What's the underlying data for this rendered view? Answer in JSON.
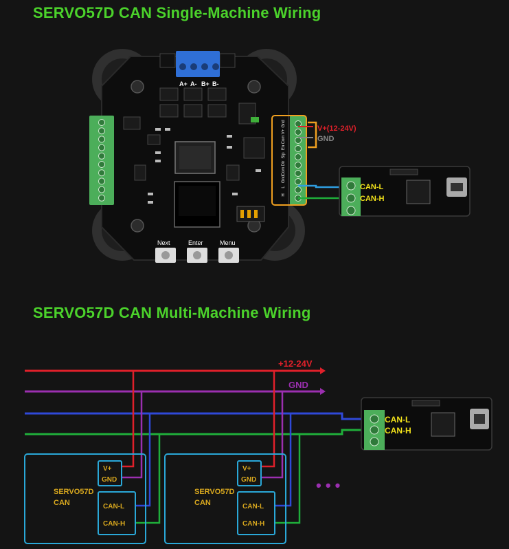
{
  "titles": {
    "single": "SERVO57D CAN Single-Machine Wiring",
    "multi": "SERVO57D CAN Multi-Machine Wiring"
  },
  "board": {
    "motor_terminal_labels": [
      "A+",
      "A-",
      "B+",
      "B-"
    ],
    "buttons": [
      "Next",
      "Enter",
      "Menu"
    ],
    "side_pin_labels": [
      "Gnd",
      "V+",
      "Com",
      "En",
      "Stp",
      "Dir",
      "Com",
      "Gnd",
      "L",
      "H"
    ]
  },
  "single_wiring": {
    "vplus_label": "V+(12-24V)",
    "gnd_label": "GND",
    "can_l_label": "CAN-L",
    "can_h_label": "CAN-H"
  },
  "multi_wiring": {
    "bus_vplus_label": "+12-24V",
    "bus_gnd_label": "GND",
    "can_l_label": "CAN-L",
    "can_h_label": "CAN-H",
    "ellipsis": "• • •",
    "units": [
      {
        "name_line1": "SERVO57D",
        "name_line2": "CAN",
        "vplus": "V+",
        "gnd": "GND",
        "can_l": "CAN-L",
        "can_h": "CAN-H"
      },
      {
        "name_line1": "SERVO57D",
        "name_line2": "CAN",
        "vplus": "V+",
        "gnd": "GND",
        "can_l": "CAN-L",
        "can_h": "CAN-H"
      }
    ]
  },
  "colors": {
    "title": "#4bd22b",
    "vplus_wire": "#e0202a",
    "gnd_wire": "#9b2fb0",
    "can_l_wire": "#2f49d8",
    "can_h_wire": "#1fae3a",
    "unit_border": "#2aa8d8",
    "unit_text": "#d9a81e",
    "label_yellow": "#f2e21a",
    "bracket_orange": "#f0a020"
  }
}
